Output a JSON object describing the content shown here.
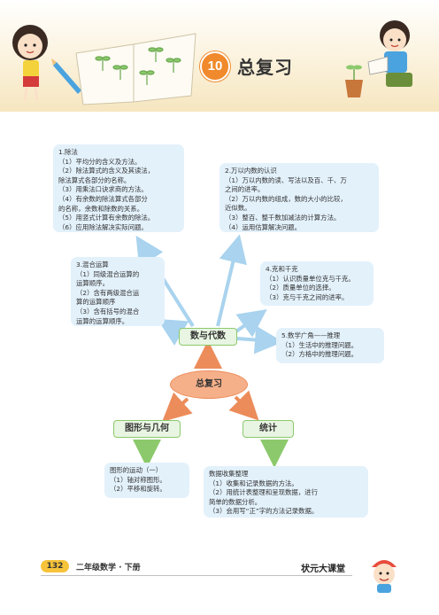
{
  "header": {
    "chapter_number": "10",
    "chapter_title": "总复习"
  },
  "mindmap": {
    "center": "总复习",
    "branches": {
      "number_algebra": "数与代数",
      "geometry": "图形与几何",
      "statistics": "统计"
    },
    "division": {
      "title": "1.除法",
      "items": [
        "（1）平均分的含义及方法。",
        "（2）除法算式的含义及其读法，",
        "除法算式各部分的名称。",
        "（3）用乘法口诀求商的方法。",
        "（4）有余数的除法算式各部分",
        "的名称，余数和除数的关系。",
        "（5）用竖式计算有余数的除法。",
        "（6）应用除法解决实际问题。"
      ]
    },
    "numbers_10000": {
      "title": "2.万以内数的认识",
      "items": [
        "（1）万以内数的读、写法以及百、千、万",
        "之间的进率。",
        "（2）万以内数的组成，数的大小的比较，",
        "近似数。",
        "（3）整百、整千数加减法的计算方法。",
        "（4）运用估算解决问题。"
      ]
    },
    "mixed_ops": {
      "title": "3.混合运算",
      "items": [
        "（1）同级混合运算的",
        "运算顺序。",
        "（2）含有两级混合运",
        "算的运算顺序",
        "（3）含有括号的混合",
        "运算的运算顺序。"
      ]
    },
    "kg_g": {
      "title": "4.克和千克",
      "items": [
        "（1）认识质量单位克与千克。",
        "（2）质量单位的选择。",
        "（3）克与千克之间的进率。"
      ]
    },
    "reasoning": {
      "title": "5.数学广角——推理",
      "items": [
        "（1）生活中的推理问题。",
        "（2）方格中的推理问题。"
      ]
    },
    "motion": {
      "title": "图形的运动（一）",
      "items": [
        "（1）轴对称图形。",
        "（2）平移和旋转。"
      ]
    },
    "data": {
      "title": "数据收集整理",
      "items": [
        "（1）收集和记录数据的方法。",
        "（2）用统计表整理和呈现数据，进行",
        "简单的数据分析。",
        "（3）会用写“正”字的方法记录数据。"
      ]
    }
  },
  "footer": {
    "page_number": "132",
    "book_title": "二年级数学 · 下册",
    "brand": "状元大课堂"
  },
  "colors": {
    "box_bg": "#e3f1fb",
    "arrow_blue": "#a9d3ee",
    "node_green": "#8cc96c",
    "center_orange": "#f6b089",
    "chapter_orange": "#f08a2c"
  }
}
